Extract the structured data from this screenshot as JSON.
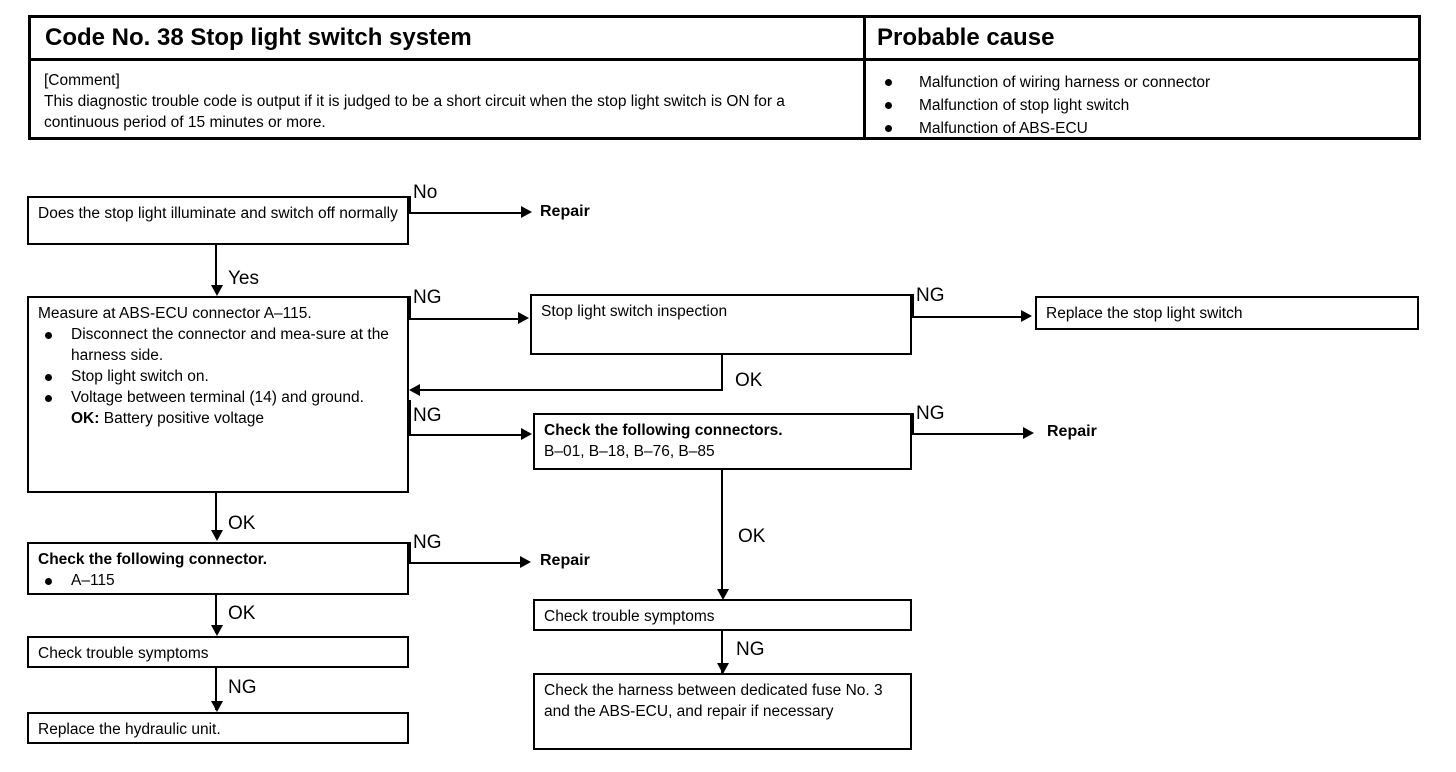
{
  "table": {
    "header_left": "Code No. 38 Stop light switch system",
    "header_right": "Probable cause",
    "comment_title": "[Comment]",
    "comment_body": "This diagnostic trouble code is output if it is judged to be a short circuit when the stop light switch is ON for a continuous period of 15 minutes or more.",
    "causes": [
      "Malfunction of wiring harness or connector",
      "Malfunction of stop light switch",
      "Malfunction of ABS-ECU"
    ]
  },
  "flow": {
    "box1": "Does the stop light illuminate and switch off  normally",
    "box2": {
      "line1": "Measure at  ABS-ECU   connector A–115.",
      "b1": "Disconnect the connector and mea-sure at the harness side.",
      "b2": "Stop light switch on.",
      "b3": "Voltage between terminal (14) and ground.",
      "ok": "OK:",
      "ok_value": "Battery positive voltage"
    },
    "box3": "Stop light switch inspection",
    "box4": "Replace the stop light switch",
    "box5": {
      "title": "Check the following connectors.",
      "list": "B–01, B–18, B–76, B–85"
    },
    "box6": {
      "title": "Check the following connector.",
      "item": "A–115"
    },
    "box7": "Check trouble symptoms",
    "box8": "Replace the hydraulic unit.",
    "box9": "Check trouble symptoms",
    "box10": "Check the harness between dedicated fuse No. 3 and the ABS-ECU, and repair if  necessary",
    "repair1": "Repair",
    "repair2": "Repair",
    "repair3": "Repair",
    "labels": {
      "no": "No",
      "yes": "Yes",
      "ng1": "NG",
      "ng2": "NG",
      "ng3": "NG",
      "ng4": "NG",
      "ng5": "NG",
      "ng6": "NG",
      "ng7": "NG",
      "ok1": "OK",
      "ok2": "OK",
      "ok3": "OK",
      "ok4": "OK"
    }
  },
  "colors": {
    "ink": "#000000",
    "paper": "#ffffff"
  }
}
